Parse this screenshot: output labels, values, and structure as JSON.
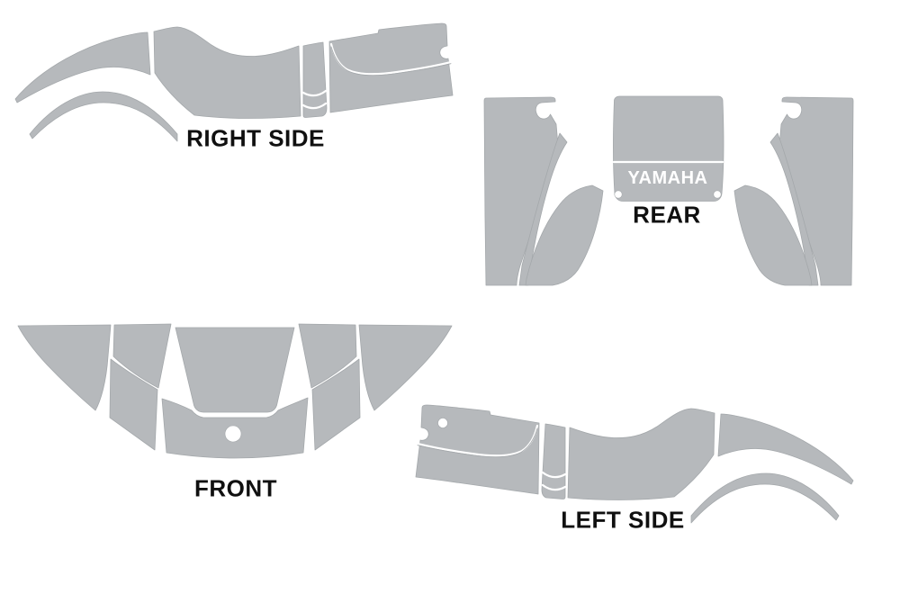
{
  "colors": {
    "background": "#ffffff",
    "panel": "#b6b9bc",
    "panel_outline": "#a4a8ab",
    "label": "#101010",
    "logo": "#ffffff"
  },
  "views": {
    "right_side": {
      "label": "RIGHT SIDE"
    },
    "rear": {
      "label": "REAR",
      "logo": "YAMAHA"
    },
    "front": {
      "label": "FRONT"
    },
    "left_side": {
      "label": "LEFT SIDE"
    }
  }
}
